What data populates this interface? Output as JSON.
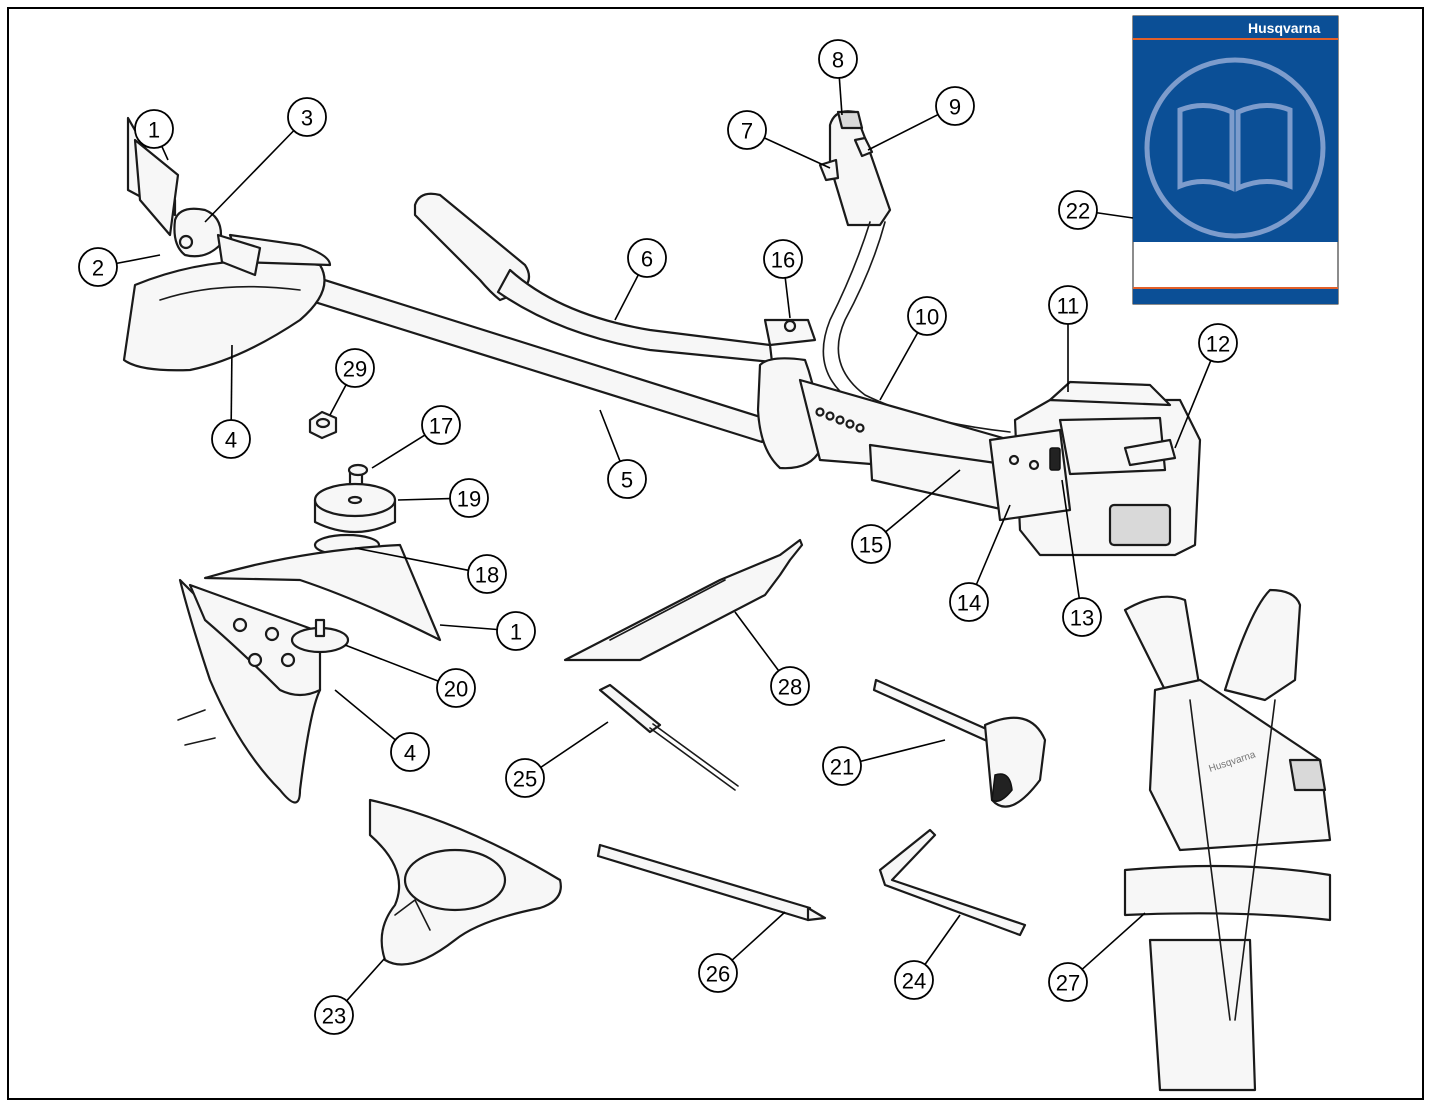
{
  "manual": {
    "brand": "Husqvarna",
    "cover_color": "#0b4f96",
    "accent_color": "#e2602a"
  },
  "harness_brand": "Husqvarna",
  "callouts": [
    {
      "num": "1"
    },
    {
      "num": "2"
    },
    {
      "num": "3"
    },
    {
      "num": "4"
    },
    {
      "num": "5"
    },
    {
      "num": "6"
    },
    {
      "num": "7"
    },
    {
      "num": "8"
    },
    {
      "num": "9"
    },
    {
      "num": "10"
    },
    {
      "num": "11"
    },
    {
      "num": "12"
    },
    {
      "num": "13"
    },
    {
      "num": "14"
    },
    {
      "num": "15"
    },
    {
      "num": "16"
    },
    {
      "num": "17"
    },
    {
      "num": "18"
    },
    {
      "num": "19"
    },
    {
      "num": "20"
    },
    {
      "num": "21"
    },
    {
      "num": "22"
    },
    {
      "num": "23"
    },
    {
      "num": "24"
    },
    {
      "num": "25"
    },
    {
      "num": "26"
    },
    {
      "num": "27"
    },
    {
      "num": "28"
    },
    {
      "num": "29"
    },
    {
      "num": "1"
    },
    {
      "num": "4"
    }
  ]
}
